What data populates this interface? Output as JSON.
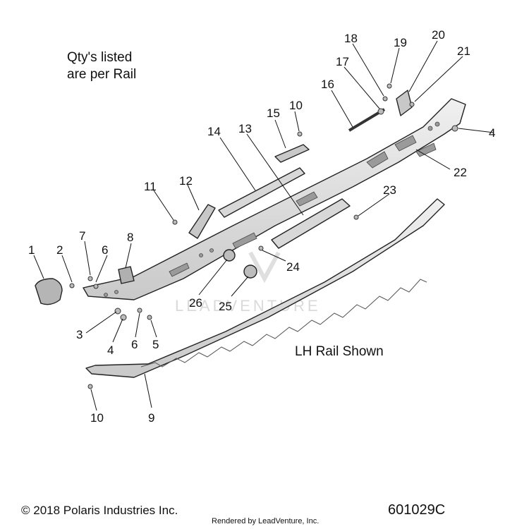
{
  "notes": {
    "qty_line1": "Qty's listed",
    "qty_line2": "are per Rail",
    "rail_shown": "LH Rail Shown"
  },
  "watermark": "LEADVENTURE",
  "footer": {
    "copyright": "© 2018 Polaris Industries Inc.",
    "rendered_by": "Rendered by LeadVenture, Inc.",
    "diagram_id": "601029C"
  },
  "callouts": [
    "1",
    "2",
    "3",
    "4",
    "4",
    "5",
    "6",
    "6",
    "7",
    "8",
    "9",
    "10",
    "10",
    "11",
    "12",
    "13",
    "14",
    "15",
    "16",
    "17",
    "18",
    "19",
    "20",
    "21",
    "22",
    "23",
    "24",
    "25",
    "26"
  ],
  "colors": {
    "part_fill": "#e4e4e4",
    "part_dark": "#b8b8b8",
    "line": "#222222"
  }
}
